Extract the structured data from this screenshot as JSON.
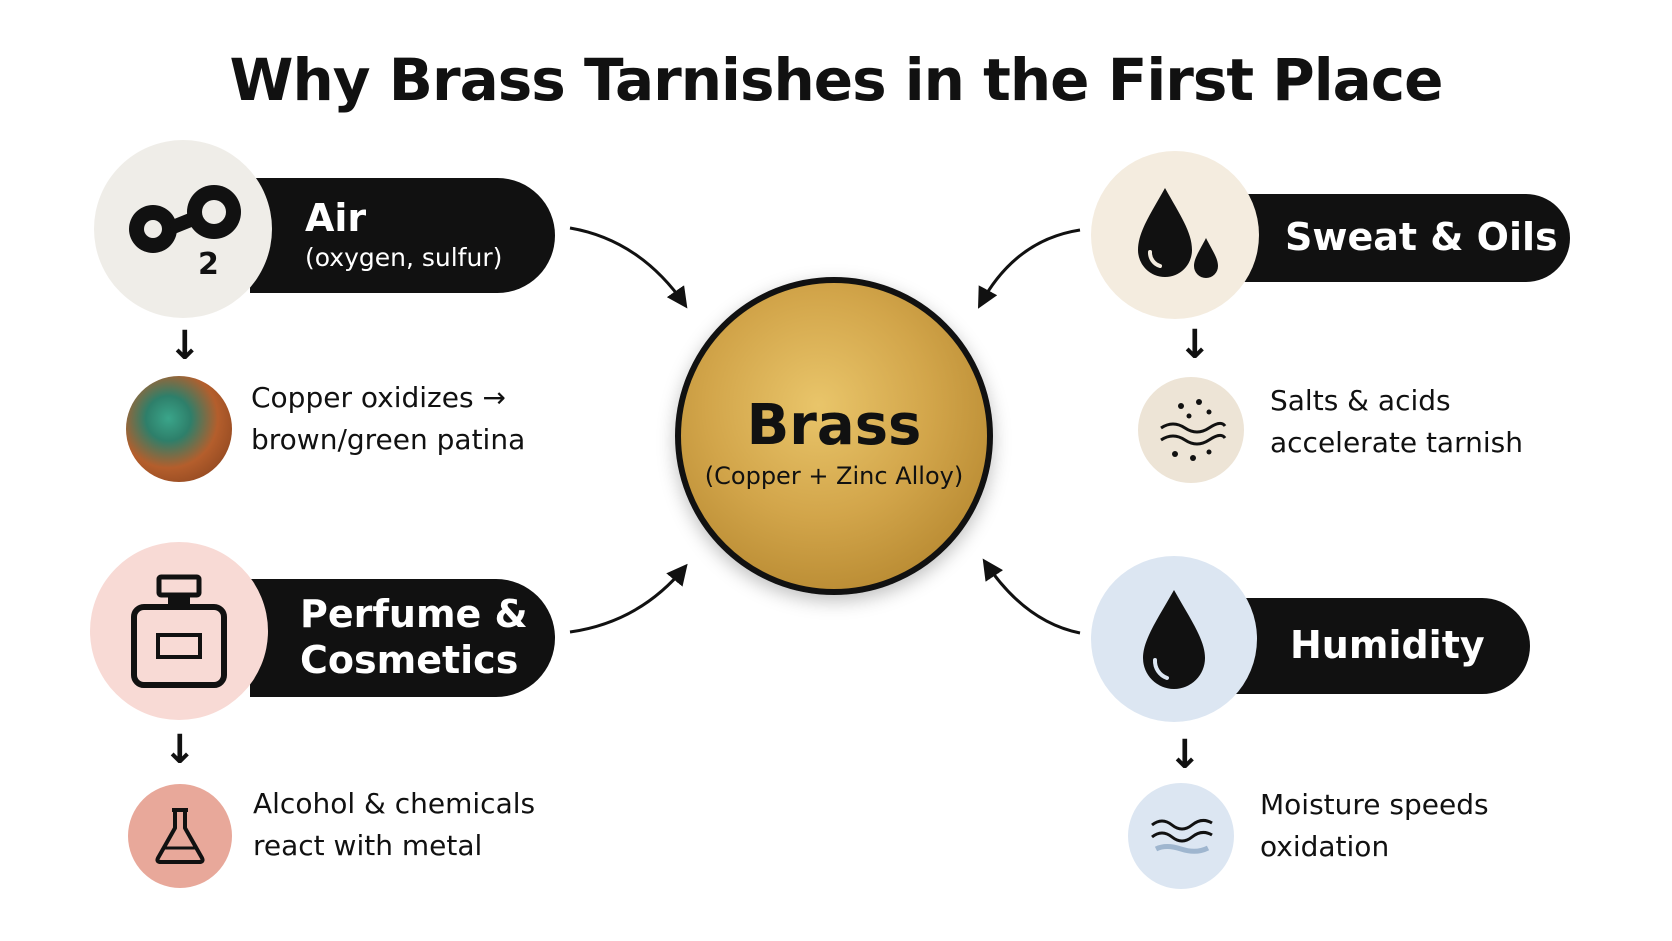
{
  "title": "Why Brass Tarnishes in the First Place",
  "center": {
    "name": "Brass",
    "sub": "(Copper + Zinc Alloy)"
  },
  "air": {
    "title": "Air",
    "sub": "(oxygen, sulfur)",
    "icon_subscript": "2",
    "icon": "oxygen-molecule-icon",
    "effect": [
      "Copper oxidizes →",
      "brown/green patina"
    ],
    "effect_icon": "patina-texture-icon"
  },
  "sweat": {
    "title": "Sweat & Oils",
    "icon": "sweat-drops-icon",
    "effect": [
      "Salts & acids",
      "accelerate tarnish"
    ],
    "effect_icon": "salt-particles-icon"
  },
  "perfume": {
    "title_lines": [
      "Perfume &",
      "Cosmetics"
    ],
    "icon": "perfume-bottle-icon",
    "effect": [
      "Alcohol & chemicals",
      "react with metal"
    ],
    "effect_icon": "flask-icon"
  },
  "humidity": {
    "title": "Humidity",
    "icon": "water-drop-icon",
    "effect": [
      "Moisture speeds",
      "oxidation"
    ],
    "effect_icon": "water-waves-icon"
  },
  "colors": {
    "pill": "#111111",
    "brass": "#d2a54a",
    "air_bg": "#efede8",
    "sweat_bg": "#f4ecdf",
    "perfume_bg": "#f8dad5",
    "humidity_bg": "#dce6f2",
    "flask_bg": "#e8a89a",
    "wave_bg": "#dce6f2",
    "salt_bg": "#ede4d6"
  }
}
